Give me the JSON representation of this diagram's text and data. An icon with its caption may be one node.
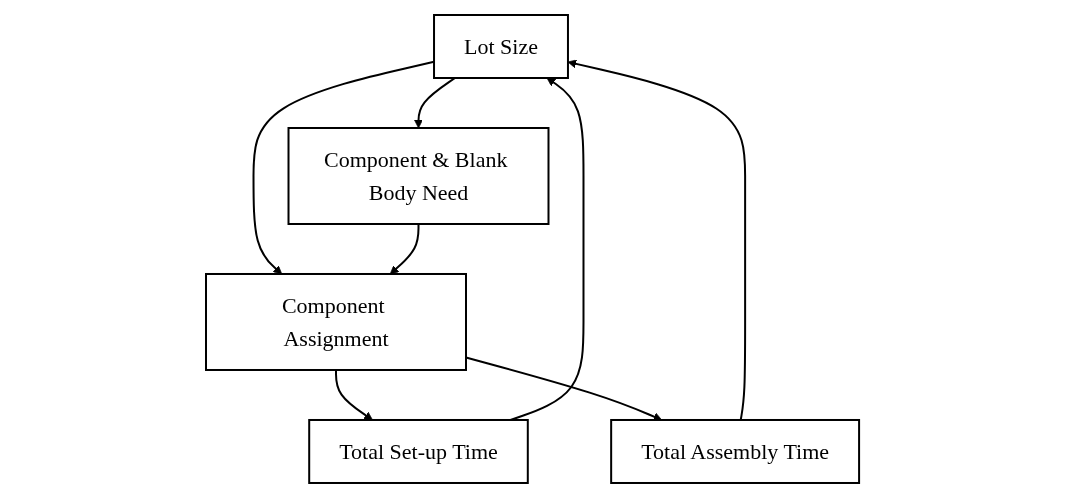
{
  "diagram": {
    "nodes": [
      {
        "text": [
          "Lot Size"
        ]
      },
      {
        "text": [
          "Component & Blank Body Need"
        ]
      },
      {
        "text": [
          "Component Assignment"
        ]
      },
      {
        "text": [
          "Total Set-up Time"
        ]
      },
      {
        "text": [
          "Total Assembly Time"
        ]
      }
    ],
    "edges": [
      {
        "from": 0,
        "to": 1,
        "arrow": "to"
      },
      {
        "from": 0,
        "to": 2,
        "arrow": "to"
      },
      {
        "from": 1,
        "to": 2,
        "arrow": "to"
      },
      {
        "from": 2,
        "to": 3,
        "arrow": "to"
      },
      {
        "from": 2,
        "to": 4,
        "arrow": "to"
      },
      {
        "from": 3,
        "to": 0,
        "arrow": "to"
      },
      {
        "from": 4,
        "to": 0,
        "arrow": "to"
      }
    ]
  }
}
